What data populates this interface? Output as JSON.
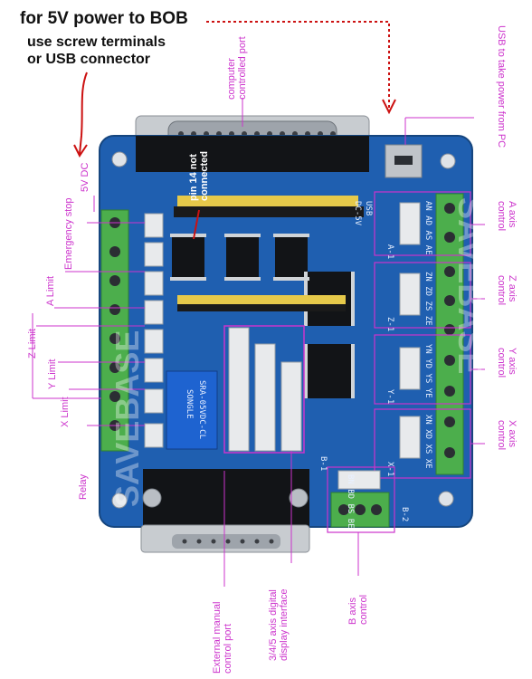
{
  "header": {
    "line1": "for 5V power to BOB",
    "line2": "use screw terminals",
    "line3": "or USB connector"
  },
  "labels": {
    "computer_port": "computer controlled port",
    "usb_power": "USB to take power from PC",
    "five_v_dc": "5V DC",
    "emergency_stop": "Emergency stop",
    "a_limit": "A Limit",
    "z_limit": "Z Limit",
    "y_limit": "Y Limit",
    "x_limit": "X Limit",
    "relay": "Relay",
    "pin14": "pin 14 not connected",
    "a_axis": "A axis control",
    "z_axis": "Z axis control",
    "y_axis": "Y axis control",
    "x_axis": "X axis control",
    "b_axis": "B axis control",
    "manual_port": "External manual control port",
    "display_interface": "3/4/5 axis digital display interface"
  },
  "silkscreen": {
    "usb": "USB",
    "dc5v": "DC-5V",
    "relay_model": "SRA-05VDC-CL",
    "relay_brand": "SONGLE",
    "a_row": "AN AD AS AE",
    "z_row": "ZN ZD ZS ZE",
    "y_row": "YN YD YS YE",
    "x_row": "XN XD XS XE",
    "b_row": "BN BD BS BE",
    "b1": "B-1",
    "b2": "B-2",
    "a1": "A-1",
    "z1": "Z-1",
    "y1": "Y-1",
    "x1": "X-1"
  },
  "watermark": "SAVEBASE",
  "colors": {
    "pcb": "#1f5fb0",
    "annotation": "#cc33cc",
    "arrow": "#cc1111",
    "terminal": "#4cae4c"
  }
}
